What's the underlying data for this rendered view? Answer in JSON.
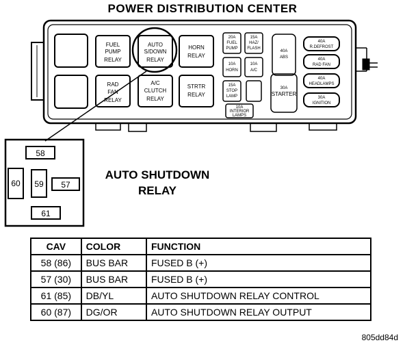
{
  "title": "POWER DISTRIBUTION CENTER",
  "relays": [
    {
      "id": "fuel-pump",
      "lines": [
        "FUEL",
        "PUMP",
        "RELAY"
      ]
    },
    {
      "id": "asd",
      "lines": [
        "AUTO",
        "S/DOWN",
        "RELAY"
      ]
    },
    {
      "id": "horn",
      "lines": [
        "HORN",
        "RELAY"
      ]
    },
    {
      "id": "rad-fan",
      "lines": [
        "RAD",
        "FAN",
        "RELAY"
      ]
    },
    {
      "id": "ac-clutch",
      "lines": [
        "A/C",
        "CLUTCH",
        "RELAY"
      ]
    },
    {
      "id": "strtr",
      "lines": [
        "STRTR",
        "RELAY"
      ]
    }
  ],
  "fuses": [
    {
      "id": "fuel-pump-fuse",
      "lines": [
        "20A",
        "FUEL",
        "PUMP"
      ]
    },
    {
      "id": "haz-flash",
      "lines": [
        "15A",
        "HAZ/",
        "FLASH"
      ]
    },
    {
      "id": "horn-fuse",
      "lines": [
        "10A",
        "HORN"
      ]
    },
    {
      "id": "ac-fuse",
      "lines": [
        "10A",
        "A/C"
      ]
    },
    {
      "id": "stop-lamp",
      "lines": [
        "15A",
        "STOP",
        "LAMP"
      ]
    },
    {
      "id": "interior-lamps",
      "lines": [
        "10A",
        "INTERIOR",
        "LAMPS"
      ]
    },
    {
      "id": "abs",
      "lines": [
        "40A",
        "ABS"
      ]
    },
    {
      "id": "starter",
      "lines": [
        "30A",
        "STARTER"
      ]
    }
  ],
  "maxi_fuses": [
    {
      "id": "defrost",
      "lines": [
        "40A",
        "R.DEFROST"
      ]
    },
    {
      "id": "rad-fan-maxi",
      "lines": [
        "40A",
        "RAD FAN"
      ]
    },
    {
      "id": "headlamps",
      "lines": [
        "40A",
        "HEADLAMPS"
      ]
    },
    {
      "id": "ignition",
      "lines": [
        "30A",
        "IGNITION"
      ]
    }
  ],
  "pins": {
    "p58": "58",
    "p60": "60",
    "p59": "59",
    "p57": "57",
    "p61": "61"
  },
  "relay_caption": [
    "AUTO SHUTDOWN",
    "RELAY"
  ],
  "table": {
    "headers": [
      "CAV",
      "COLOR",
      "FUNCTION"
    ],
    "rows": [
      [
        "58 (86)",
        "BUS BAR",
        "FUSED B (+)"
      ],
      [
        "57 (30)",
        "BUS BAR",
        "FUSED B (+)"
      ],
      [
        "61 (85)",
        "DB/YL",
        "AUTO SHUTDOWN RELAY CONTROL"
      ],
      [
        "60 (87)",
        "DG/OR",
        "AUTO SHUTDOWN RELAY OUTPUT"
      ]
    ]
  },
  "figure_id": "805dd84d"
}
